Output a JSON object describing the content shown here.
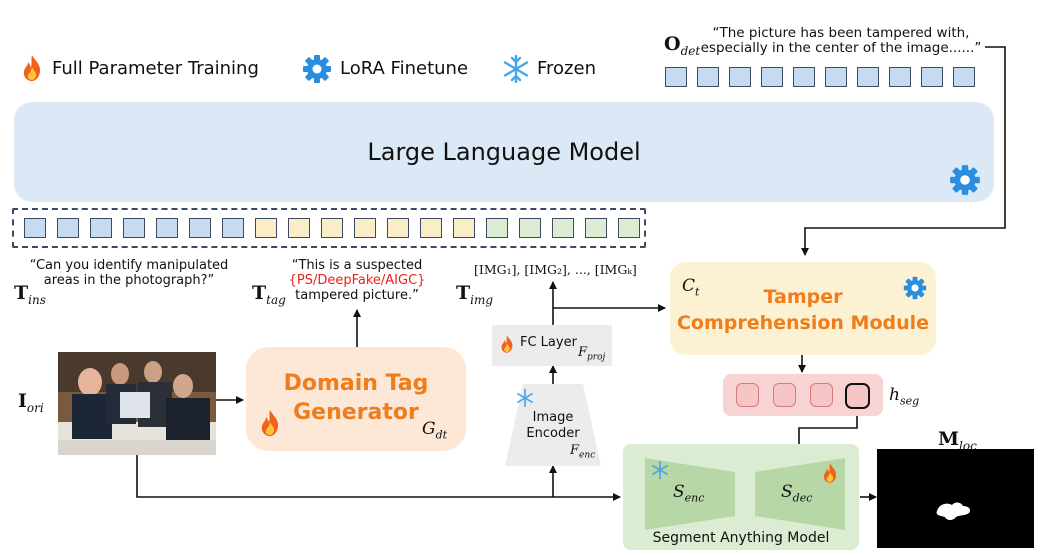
{
  "legend": {
    "full": "Full Parameter Training",
    "lora": "LoRA Finetune",
    "frozen": "Frozen"
  },
  "llm": {
    "label": "Large Language Model"
  },
  "output": {
    "symbol": "O",
    "sub": "det",
    "quote_line1": "“The picture has been tampered with,",
    "quote_line2": "especially in the center of the image......”"
  },
  "inputs": {
    "ins_symbol": "T",
    "ins_sub": "ins",
    "ins_line1": "“Can you identify manipulated",
    "ins_line2": "areas in the photograph?”",
    "tag_symbol": "T",
    "tag_sub": "tag",
    "tag_line1": "“This is a suspected",
    "tag_line2": "{PS/DeepFake/AIGC}",
    "tag_line3": "tampered picture.”",
    "img_symbol": "T",
    "img_sub": "img",
    "img_tokens": "[IMG₁], [IMG₂], ..., [IMGₖ]"
  },
  "image": {
    "symbol": "I",
    "sub": "ori"
  },
  "tag_generator": {
    "line1": "Domain Tag",
    "line2": "Generator",
    "symbol": "G",
    "sub": "dt"
  },
  "fc": {
    "label": "FC Layer",
    "symbol": "F",
    "sub": "proj"
  },
  "encoder": {
    "line1": "Image",
    "line2": "Encoder",
    "symbol": "F",
    "sub": "enc"
  },
  "tcm": {
    "line1": "Tamper",
    "line2": "Comprehension Module",
    "symbol": "C",
    "sub": "t"
  },
  "hseg": {
    "symbol": "h",
    "sub": "seg"
  },
  "sam": {
    "label": "Segment Anything Model",
    "enc_symbol": "S",
    "enc_sub": "enc",
    "dec_symbol": "S",
    "dec_sub": "dec"
  },
  "mask": {
    "symbol": "M",
    "sub": "loc"
  },
  "colors": {
    "llm_fill": "#dbe8f5",
    "orange": "#f07d1c",
    "red": "#e8221a",
    "tcm_fill": "#fdf1d3",
    "sam_fill": "#dcecd3",
    "hseg_fill": "#f8d3d3"
  }
}
